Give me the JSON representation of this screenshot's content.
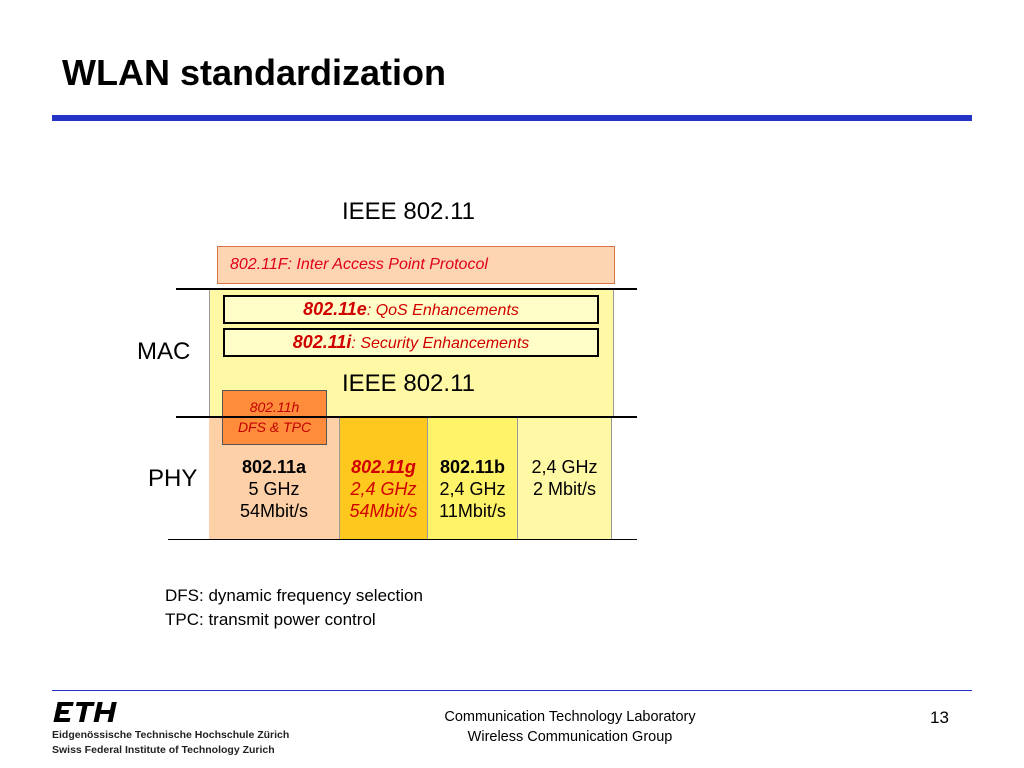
{
  "slide": {
    "title": "WLAN standardization"
  },
  "diagram": {
    "top_label": "IEEE 802.11",
    "layer_mac": "MAC",
    "layer_phy": "PHY",
    "f_box": "802.11F: Inter Access Point Protocol",
    "e_box": {
      "code": "802.11e",
      "desc": ": QoS Enhancements"
    },
    "i_box": {
      "code": "802.11i",
      "desc": ": Security Enhancements"
    },
    "mac_label": "IEEE 802.11",
    "h_box": {
      "line1": "802.11h",
      "line2": "DFS & TPC"
    },
    "columns": [
      {
        "name": "802.11a",
        "band": "5 GHz",
        "rate": "54Mbit/s"
      },
      {
        "name": "802.11g",
        "band": "2,4 GHz",
        "rate": "54Mbit/s"
      },
      {
        "name": "802.11b",
        "band": "2,4 GHz",
        "rate": "11Mbit/s"
      },
      {
        "name": "",
        "band": "2,4 GHz",
        "rate": "2 Mbit/s"
      }
    ]
  },
  "notes": [
    "DFS: dynamic frequency selection",
    "TPC: transmit power control"
  ],
  "footer": {
    "logo_text": "ETH",
    "institution_line1": "Eidgenössische Technische Hochschule Zürich",
    "institution_line2": "Swiss Federal Institute of Technology Zurich",
    "lab_line1": "Communication Technology Laboratory",
    "lab_line2": "Wireless Communication Group",
    "page_number": "13"
  },
  "colors": {
    "accent_blue": "#2533c4",
    "red_text": "#d10000"
  }
}
